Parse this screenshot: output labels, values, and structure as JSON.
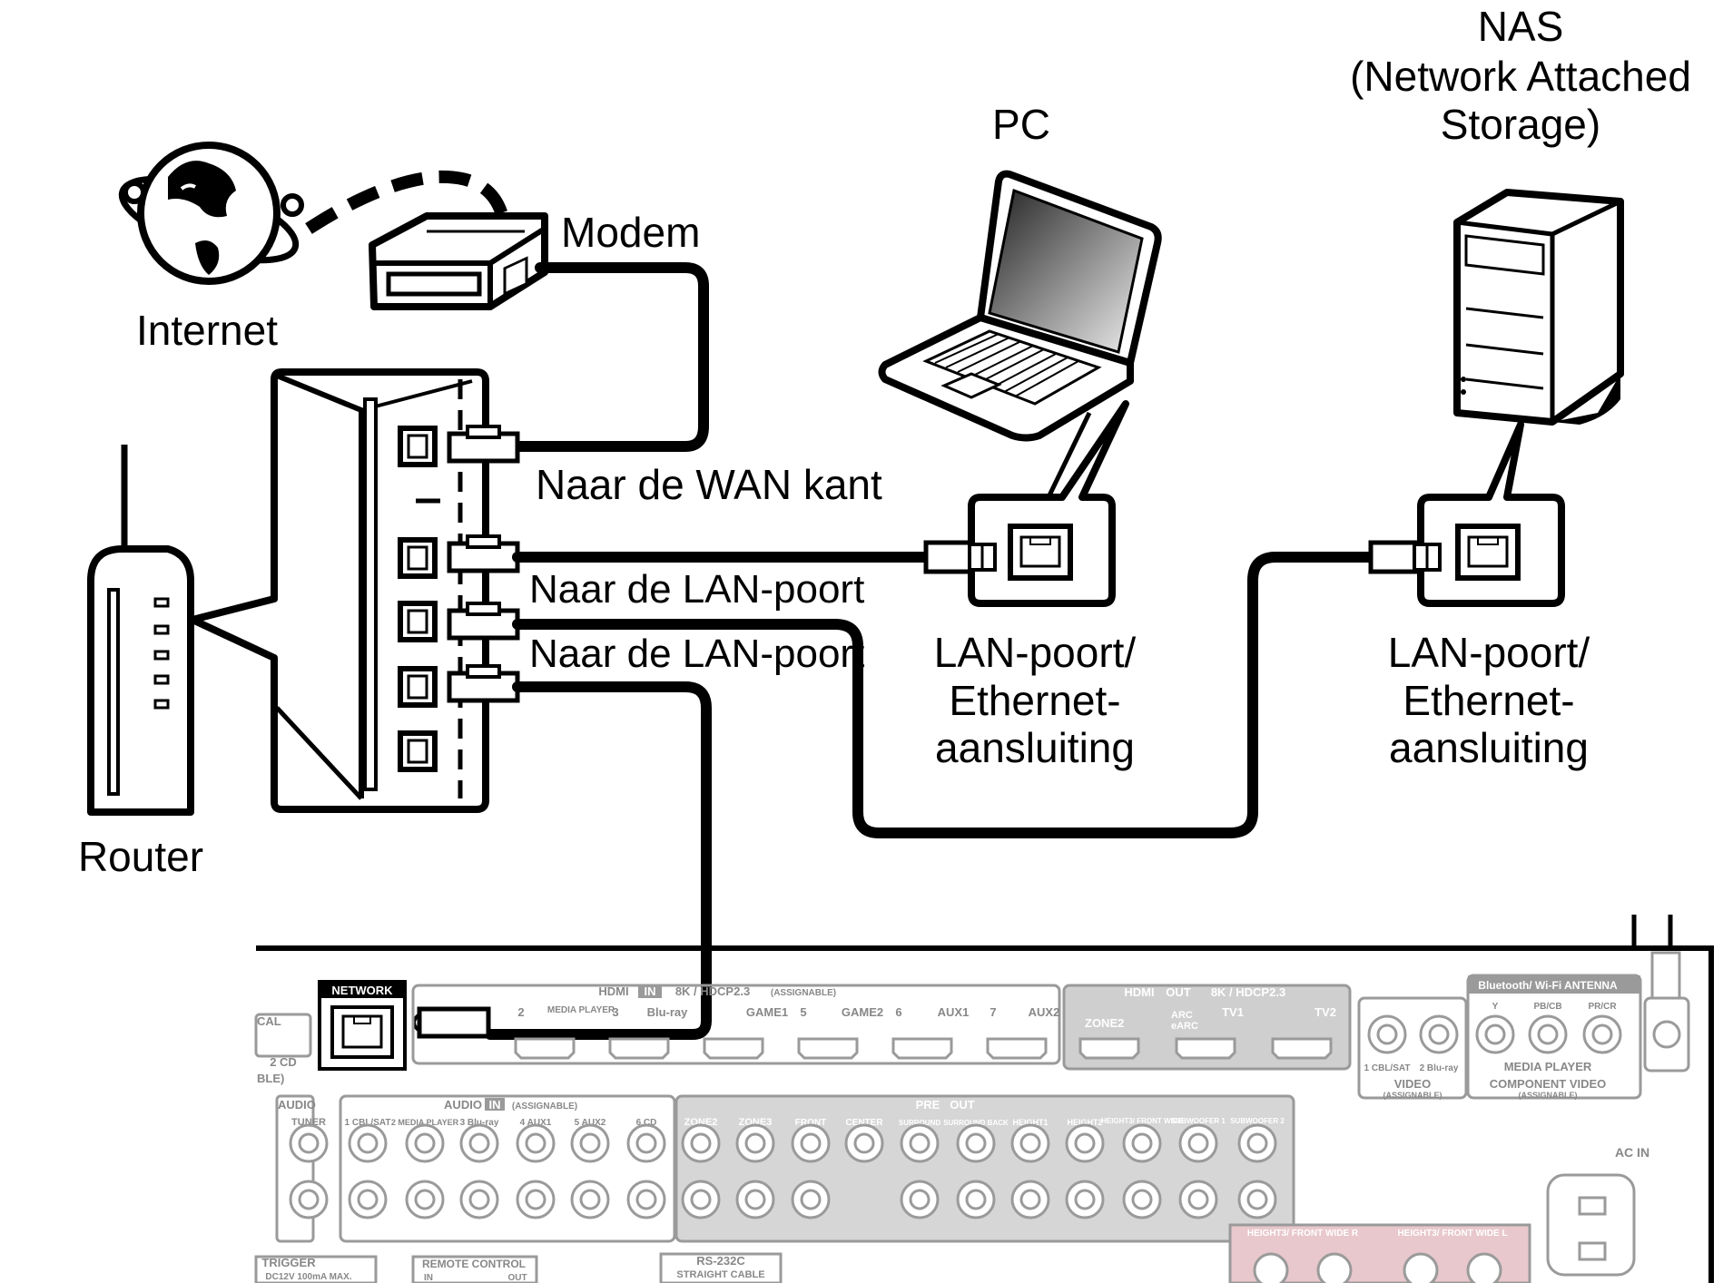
{
  "labels": {
    "internet": "Internet",
    "modem": "Modem",
    "router": "Router",
    "pc": "PC",
    "nas_line1": "NAS",
    "nas_line2": "(Network Attached",
    "nas_line3": "Storage)",
    "wan": "Naar de WAN kant",
    "lan1": "Naar de LAN-poort",
    "lan2": "Naar de LAN-poort",
    "pc_port_line1": "LAN-poort/",
    "pc_port_line2": "Ethernet-",
    "pc_port_line3": "aansluiting",
    "nas_port_line1": "LAN-poort/",
    "nas_port_line2": "Ethernet-",
    "nas_port_line3": "aansluiting"
  },
  "receiver": {
    "network": "NETWORK",
    "hdmi_in": "HDMI",
    "hdmi_in_tag": "IN",
    "hdmi_in_spec": "8K / HDCP2.3",
    "assignable": "(ASSIGNABLE)",
    "hdmi_out": "HDMI",
    "hdmi_out_tag": "OUT",
    "hdmi_out_spec": "8K / HDCP2.3",
    "hdmi_in_ports": [
      "2",
      "MEDIA PLAYER",
      "3",
      "Blu-ray",
      "GAME1",
      "5",
      "GAME2",
      "6",
      "AUX1",
      "7",
      "AUX2"
    ],
    "tv1": "TV1",
    "tv2": "TV2",
    "arc": "ARC",
    "earc": "eARC",
    "zone2_out": "ZONE2",
    "bt_antenna": "Bluetooth/ Wi-Fi ANTENNA",
    "video_in": "VIDEO",
    "video_in_sub": "(ASSIGNABLE)",
    "video_cols": [
      "1 CBL/SAT",
      "2 Blu-ray"
    ],
    "component": "COMPONENT VIDEO",
    "component_sub": "(ASSIGNABLE)",
    "component_cols": [
      "Y",
      "PB/CB",
      "PR/CR"
    ],
    "media_player": "MEDIA PLAYER",
    "audio_in_left": "AUDIO",
    "audio_in": "AUDIO",
    "audio_in_tag": "IN",
    "audio_cols": [
      "TUNER",
      "1 CBL/SAT",
      "2 MEDIA PLAYER",
      "3 Blu-ray",
      "4 AUX1",
      "5 AUX2",
      "6 CD"
    ],
    "pre_out": "PRE",
    "pre_out_tag": "OUT",
    "pre_cols": [
      "ZONE2",
      "ZONE3",
      "FRONT",
      "CENTER",
      "SURROUND",
      "SURROUND BACK",
      "HEIGHT1",
      "HEIGHT2",
      "HEIGHT3/ FRONT WIDE"
    ],
    "subwoofer": "SUBWOOFER 1",
    "subwoofer2": "SUBWOOFER 2",
    "ac_in": "AC IN",
    "trigger": "TRIGGER",
    "trigger_spec": "DC12V 100mA MAX.",
    "remote": "REMOTE CONTROL",
    "remote_in": "IN",
    "remote_out": "OUT",
    "rs232": "RS-232C",
    "rs232_sub": "STRAIGHT CABLE",
    "height3_r": "HEIGHT3/ FRONT WIDE R",
    "height3_l": "HEIGHT3/ FRONT WIDE L",
    "cd2": "2 CD",
    "optical": "CAL",
    "ble": "BLE)"
  }
}
